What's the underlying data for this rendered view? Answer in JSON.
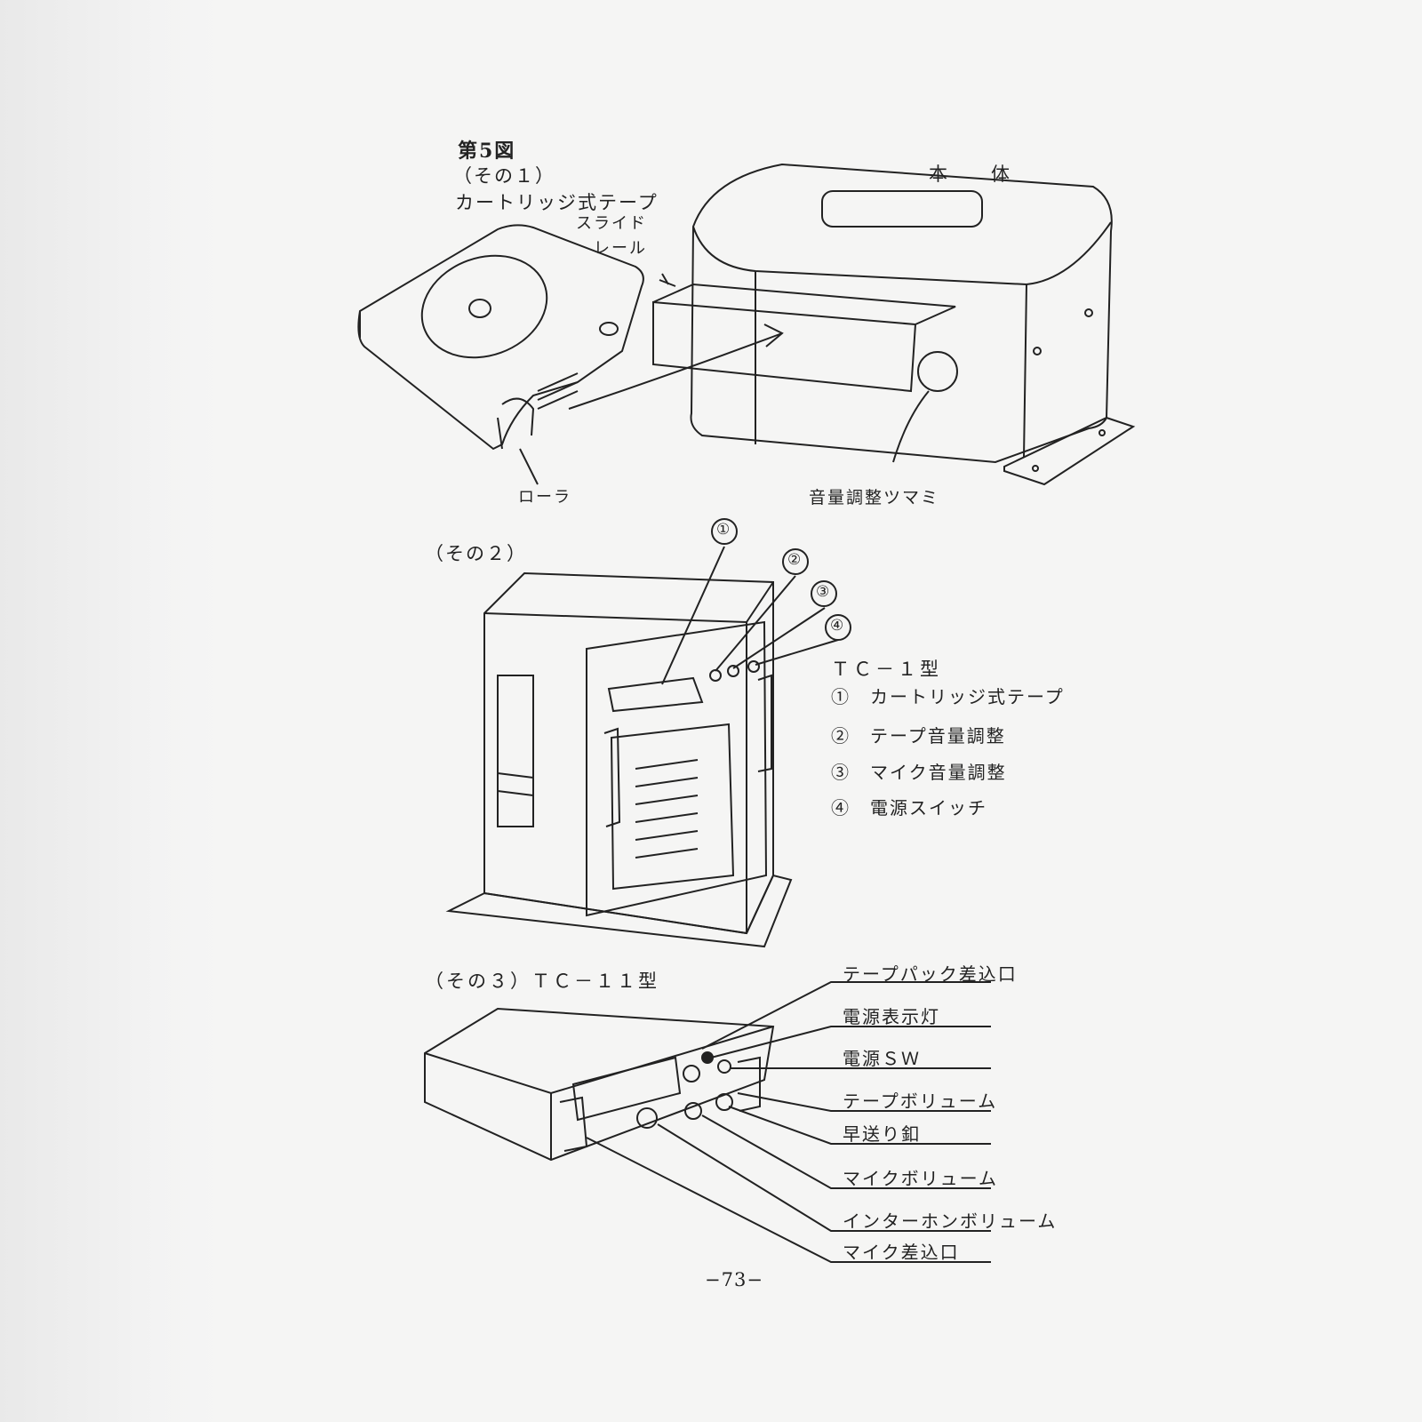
{
  "figure": {
    "title": "第5図",
    "part1": {
      "label": "（その１）",
      "cartridge": "カートリッジ式テープ",
      "slide": "スライド",
      "rail": "レール",
      "body": "本　体",
      "roller": "ローラ",
      "knob": "音量調整ツマミ"
    },
    "part2": {
      "label": "（その２）",
      "model": "ＴＣ－１型",
      "callouts": [
        "①",
        "②",
        "③",
        "④"
      ],
      "legend": [
        {
          "num": "①",
          "text": "カートリッジ式テープ"
        },
        {
          "num": "②",
          "text": "テープ音量調整"
        },
        {
          "num": "③",
          "text": "マイク音量調整"
        },
        {
          "num": "④",
          "text": "電源スイッチ"
        }
      ]
    },
    "part3": {
      "label": "（その３）ＴＣ－１１型",
      "labels": [
        "テープパック差込口",
        "電源表示灯",
        "電源ＳＷ",
        "テープボリューム",
        "早送り釦",
        "マイクボリューム",
        "インターホンボリューム",
        "マイク差込口"
      ]
    }
  },
  "page_number": "−73−"
}
